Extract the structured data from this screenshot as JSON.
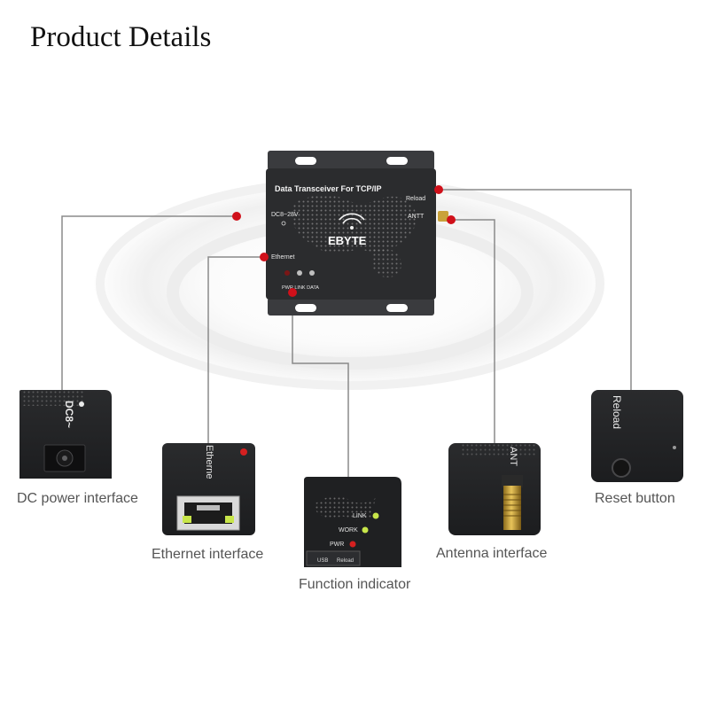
{
  "header": {
    "title": "Product Details"
  },
  "device": {
    "title": "Data Transceiver For TCP/IP",
    "brand": "EBYTE",
    "power_text": "DC8~28V",
    "ethernet_text": "Ethernet",
    "reload_text": "Reload",
    "antenna_text": "ANTT",
    "indicator_text": "PWR LINK DATA"
  },
  "callouts": {
    "dc_power": {
      "label": "DC power interface",
      "detail_text": "DC8~"
    },
    "ethernet": {
      "label": "Ethernet interface",
      "detail_text": "Etherne"
    },
    "function": {
      "label": "Function indicator",
      "leds": [
        "LINK",
        "WORK",
        "PWR"
      ],
      "buttons": [
        "USB",
        "Reload"
      ]
    },
    "antenna": {
      "label": "Antenna interface",
      "detail_text": "ANT"
    },
    "reset": {
      "label": "Reset button",
      "detail_text": "Reload"
    }
  },
  "colors": {
    "device_body": "#2b2c2e",
    "callout_dot": "#d0101a",
    "leader_line": "#8a8a8a",
    "label_text": "#555555",
    "led_green": "#c8e64a",
    "led_red": "#d52020",
    "connector_gold": "#c9a23a"
  }
}
